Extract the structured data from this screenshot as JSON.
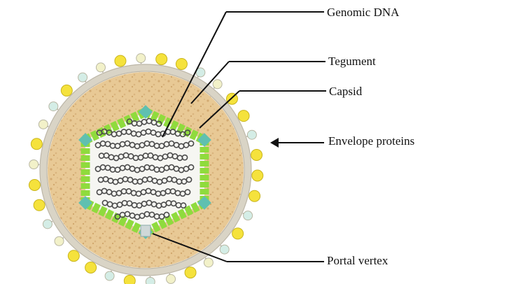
{
  "labels": {
    "genomic_dna": "Genomic DNA",
    "tegument": "Tegument",
    "capsid": "Capsid",
    "envelope_proteins": "Envelope proteins",
    "portal_vertex": "Portal vertex"
  },
  "colors": {
    "background": "#ffffff",
    "tegument_fill": "#e8c995",
    "tegument_speckle": "#d3ab72",
    "envelope_membrane": "#d9d4c6",
    "envelope_protein_yellow": "#f5e23c",
    "envelope_protein_pale": "#f2f1c9",
    "envelope_protein_cyan": "#d4ede6",
    "capsid_green": "#8fdb3d",
    "capsid_vertex": "#5fc0b0",
    "capsid_interior": "#f6f6f2",
    "dna_coil": "#4a4a4a",
    "leader_line": "#111111"
  },
  "icons": {
    "envelope_arrow": "arrow-left-icon"
  }
}
